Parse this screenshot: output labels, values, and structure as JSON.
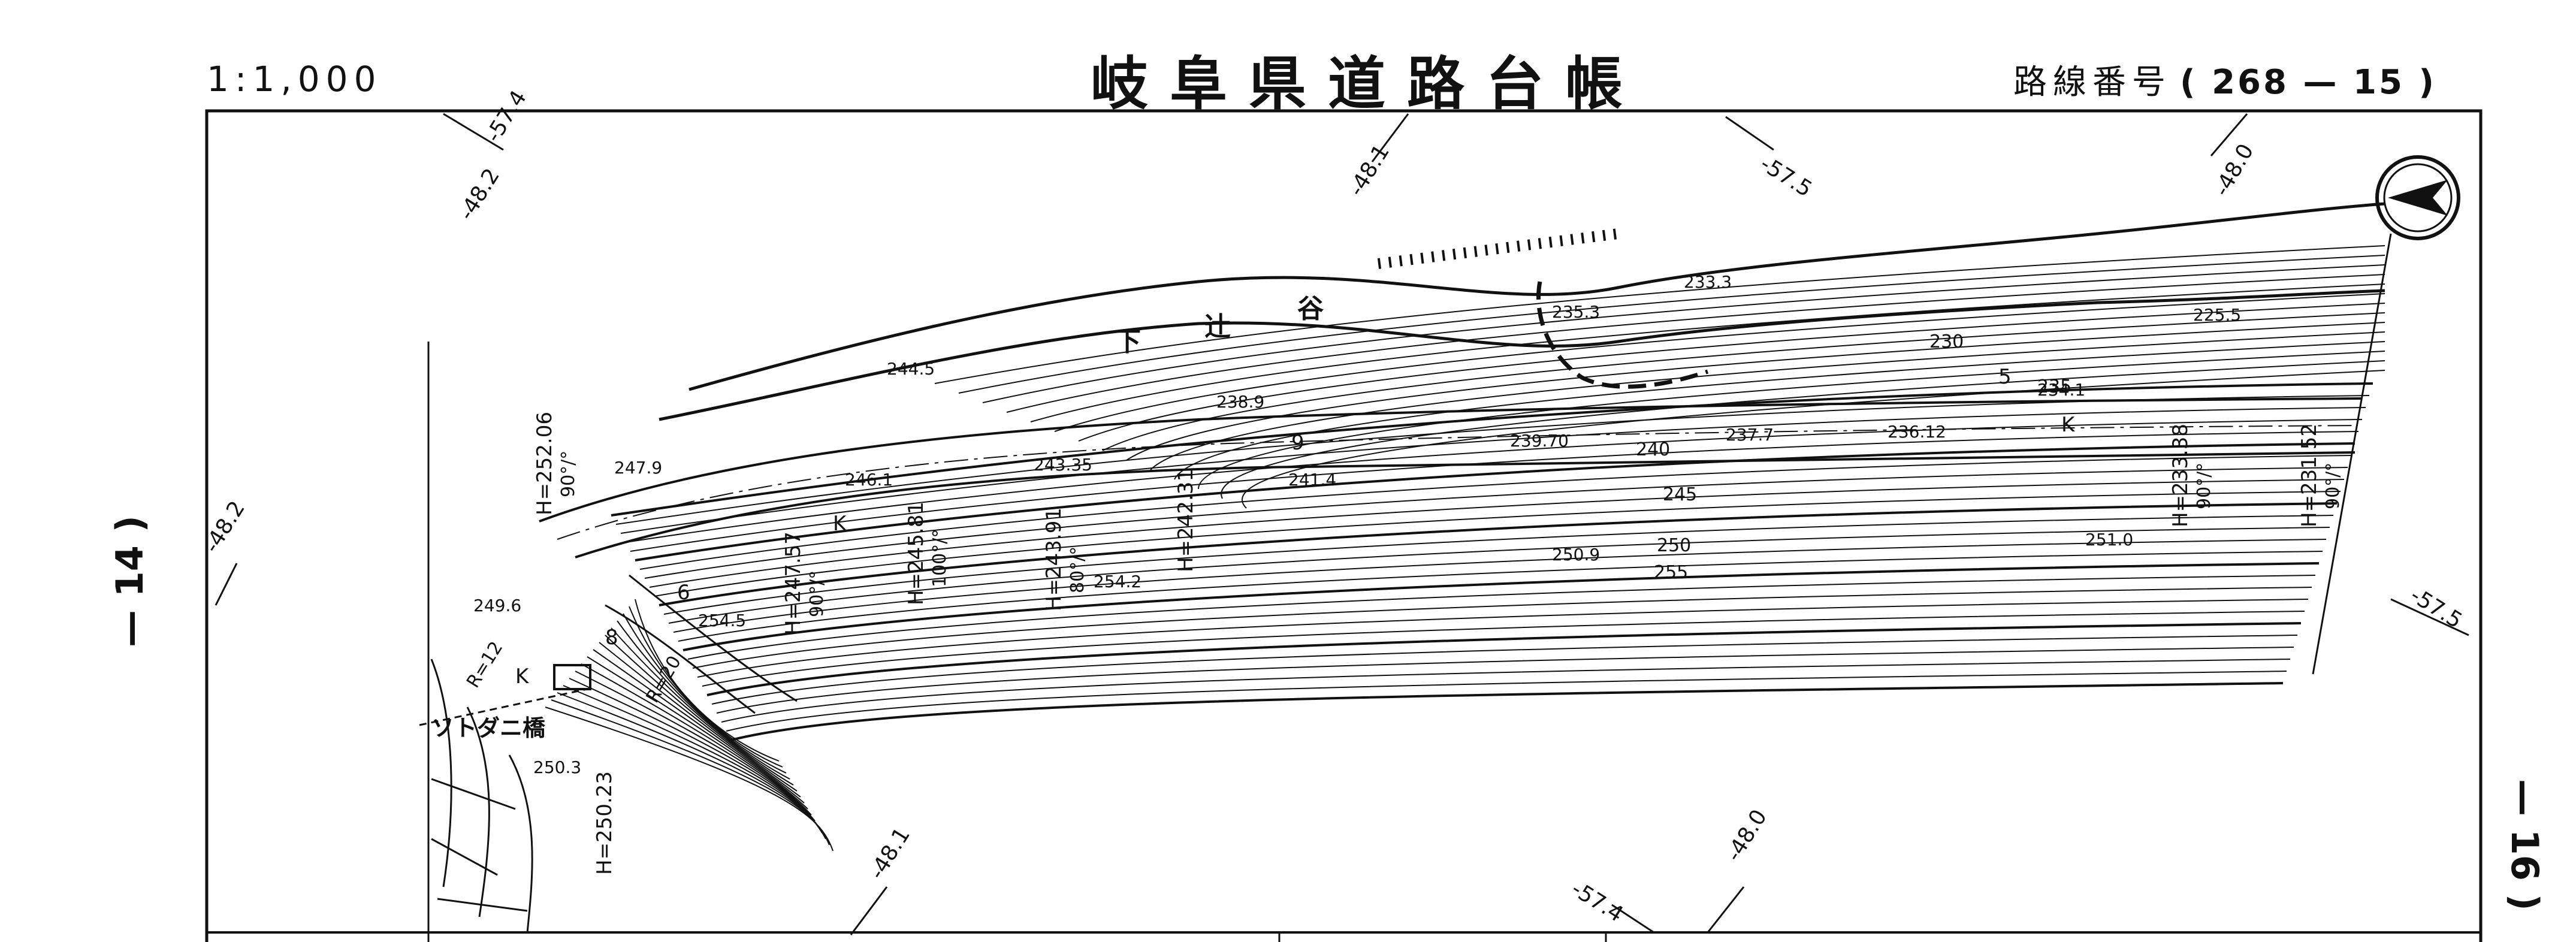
{
  "header": {
    "scale": "1:1,000",
    "title": "岐阜県道路台帳",
    "route_label": "路線番号",
    "route_number": "( 268 — 15 )"
  },
  "adjacent_sheets": {
    "left": "— 14 )",
    "right": "— 16 )"
  },
  "map": {
    "river_name": [
      "下",
      "辻",
      "谷"
    ],
    "bridge_name": "ソトダニ橋",
    "grid_labels": [
      "-57.4",
      "-48.2",
      "-48.1",
      "-57.5",
      "-48.0",
      "-48.2",
      "-57.5",
      "-48.1",
      "-57.4",
      "-48.0"
    ],
    "contour_labels": [
      "230",
      "235",
      "240",
      "245",
      "250",
      "255"
    ],
    "spot_heights": [
      "244.5",
      "238.9",
      "247.9",
      "246.1",
      "243.35",
      "241.4",
      "239.70",
      "237.7",
      "236.12",
      "234.1",
      "233.3",
      "235.3",
      "225.5",
      "249.6",
      "250.3",
      "254.5",
      "254.2",
      "250.9",
      "251.0"
    ],
    "slope_labels": [
      {
        "h": "H=252.06",
        "pct": "90°/°"
      },
      {
        "h": "H=247.57",
        "pct": "90°/°"
      },
      {
        "h": "H=245.81",
        "pct": "100°/°"
      },
      {
        "h": "H=243.91",
        "pct": "80°/°"
      },
      {
        "h": "H=242.31",
        "pct": ""
      },
      {
        "h": "H=233.38",
        "pct": "90°/°"
      },
      {
        "h": "H=231.52",
        "pct": "90°/°"
      },
      {
        "h": "H=250.23",
        "pct": ""
      }
    ],
    "curve_labels": [
      "R=12",
      "R=20"
    ],
    "marker_labels": [
      "K",
      "K",
      "K",
      "9",
      "6",
      "5",
      "8"
    ],
    "north_symbol": "north-arrow"
  }
}
